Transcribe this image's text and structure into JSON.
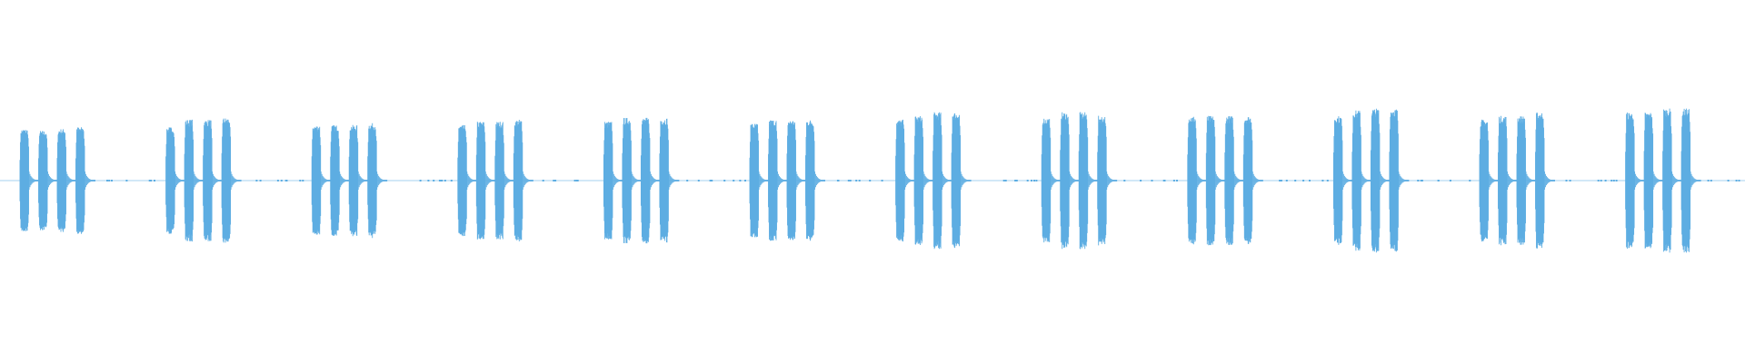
{
  "chart_data": {
    "type": "area",
    "title": "",
    "xlabel": "",
    "ylabel": "",
    "ylim": [
      -1,
      1
    ],
    "grid": false,
    "legend": "none",
    "color": "#5dade2",
    "background": "#ffffff",
    "series": [
      {
        "groups": [
          {
            "bursts": [
              0.28,
              0.27,
              0.28,
              0.29
            ]
          },
          {
            "bursts": [
              0.29,
              0.33,
              0.33,
              0.34
            ]
          },
          {
            "bursts": [
              0.3,
              0.3,
              0.3,
              0.31
            ]
          },
          {
            "bursts": [
              0.3,
              0.32,
              0.32,
              0.33
            ]
          },
          {
            "bursts": [
              0.32,
              0.34,
              0.34,
              0.34
            ]
          },
          {
            "bursts": [
              0.31,
              0.33,
              0.33,
              0.33
            ]
          },
          {
            "bursts": [
              0.33,
              0.35,
              0.37,
              0.37
            ]
          },
          {
            "bursts": [
              0.34,
              0.37,
              0.37,
              0.35
            ]
          },
          {
            "bursts": [
              0.35,
              0.35,
              0.35,
              0.35
            ]
          },
          {
            "bursts": [
              0.35,
              0.38,
              0.39,
              0.39
            ]
          },
          {
            "bursts": [
              0.33,
              0.35,
              0.35,
              0.37
            ]
          },
          {
            "bursts": [
              0.37,
              0.37,
              0.39,
              0.39
            ]
          }
        ]
      }
    ]
  }
}
